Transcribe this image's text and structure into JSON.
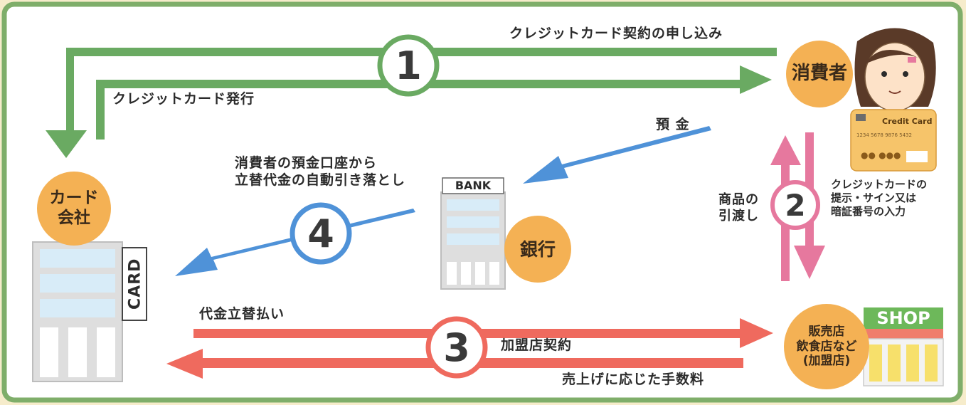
{
  "nodes": {
    "consumer": "消費者",
    "card_company": "カード\n会社",
    "bank": "銀行",
    "merchant": "販売店\n飲食店など\n(加盟店)"
  },
  "building_signs": {
    "bank": "BANK",
    "card": "CARD",
    "shop": "SHOP"
  },
  "credit_card": {
    "title": "Credit Card",
    "number": "1234 5678 9876 5432"
  },
  "steps": {
    "step1": "1",
    "step2": "2",
    "step3": "3",
    "step4": "4"
  },
  "flows": {
    "application": "クレジットカード契約の申し込み",
    "issuance": "クレジットカード発行",
    "deposit": "預 金",
    "auto_debit": "消費者の預金口座から\n立替代金の自動引き落とし",
    "goods_delivery": "商品の\n引渡し",
    "card_presentation": "クレジットカードの\n提示・サイン又は\n暗証番号の入力",
    "advance_payment": "代金立替払い",
    "merchant_contract": "加盟店契約",
    "commission": "売上げに応じた手数料"
  },
  "colors": {
    "green": "#6aaa62",
    "blue": "#4f92d8",
    "pink": "#e6789e",
    "red": "#ef6a5e",
    "orange_circle": "#f4b154"
  }
}
